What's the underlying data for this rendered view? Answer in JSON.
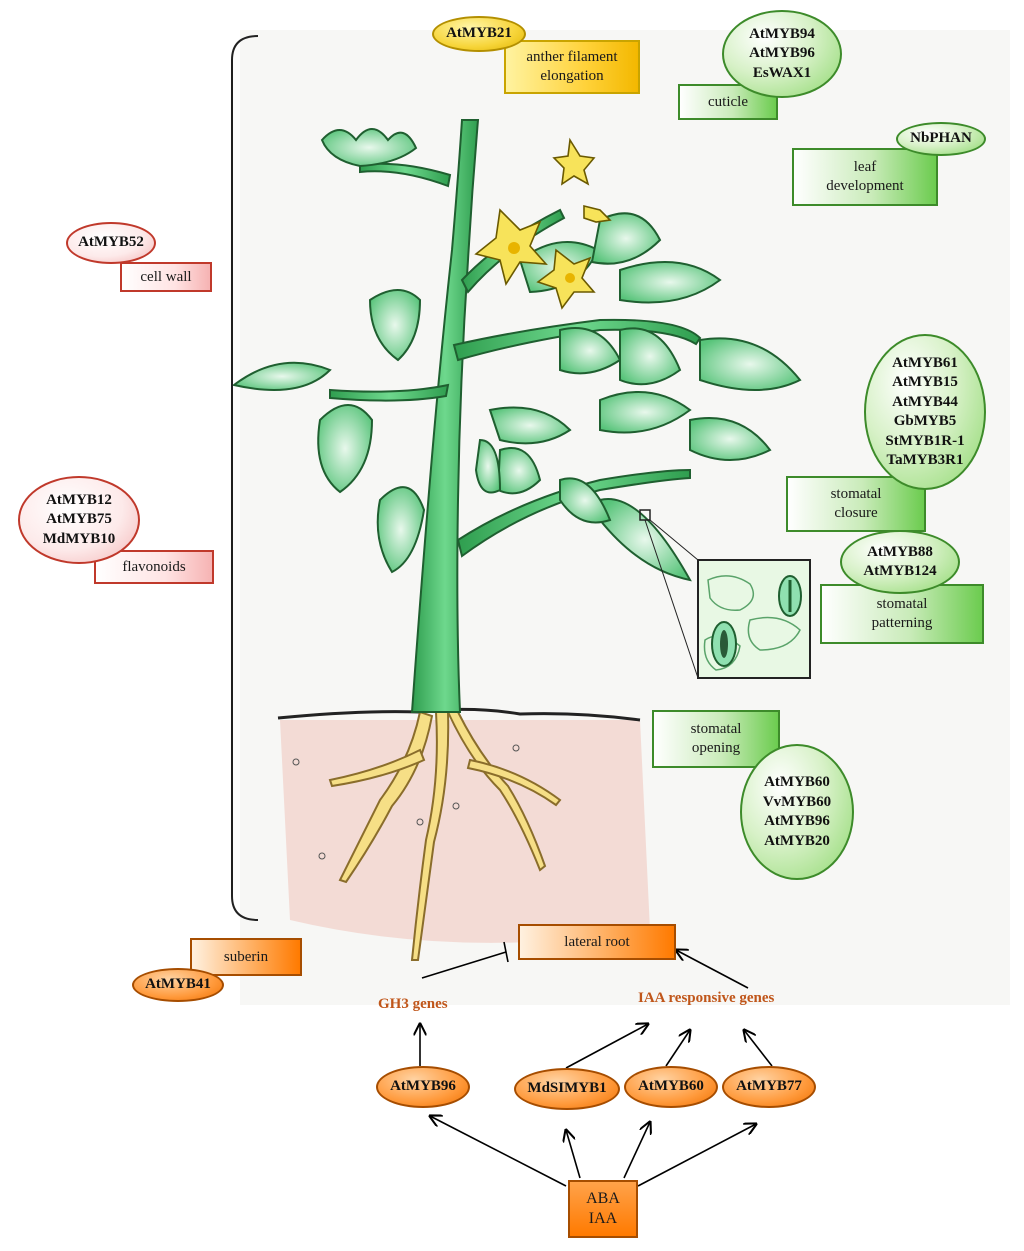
{
  "labels": {
    "atmyb21": "AtMYB21",
    "anther": "anther filament\nelongation",
    "cuticle_genes": "AtMYB94\nAtMYB96\nEsWAX1",
    "cuticle": "cuticle",
    "nbphan": "NbPHAN",
    "leaf_dev": "leaf\ndevelopment",
    "atmyb52": "AtMYB52",
    "cell_wall": "cell wall",
    "flav_genes": "AtMYB12\nAtMYB75\nMdMYB10",
    "flavonoids": "flavonoids",
    "closure_genes": "AtMYB61\nAtMYB15\nAtMYB44\nGbMYB5\nStMYB1R-1\nTaMYB3R1",
    "closure": "stomatal\nclosure",
    "pattern_genes": "AtMYB88\nAtMYB124",
    "patterning": "stomatal\npatterning",
    "opening": "stomatal\nopening",
    "opening_genes": "AtMYB60\nVvMYB60\nAtMYB96\nAtMYB20",
    "suberin": "suberin",
    "atmyb41": "AtMYB41",
    "lateral_root": "lateral root",
    "gh3": "GH3 genes",
    "iaa_resp": "IAA responsive genes",
    "atmyb96": "AtMYB96",
    "mdsimyb1": "MdSIMYB1",
    "atmyb60": "AtMYB60",
    "atmyb77": "AtMYB77",
    "aba_iaa": "ABA\nIAA"
  },
  "colors": {
    "green": "#3d8b2a",
    "red": "#c0392b",
    "orange": "#f07000",
    "yellow": "#f3c623",
    "plant": "#5cc27a",
    "soil": "#f2d6cf"
  }
}
